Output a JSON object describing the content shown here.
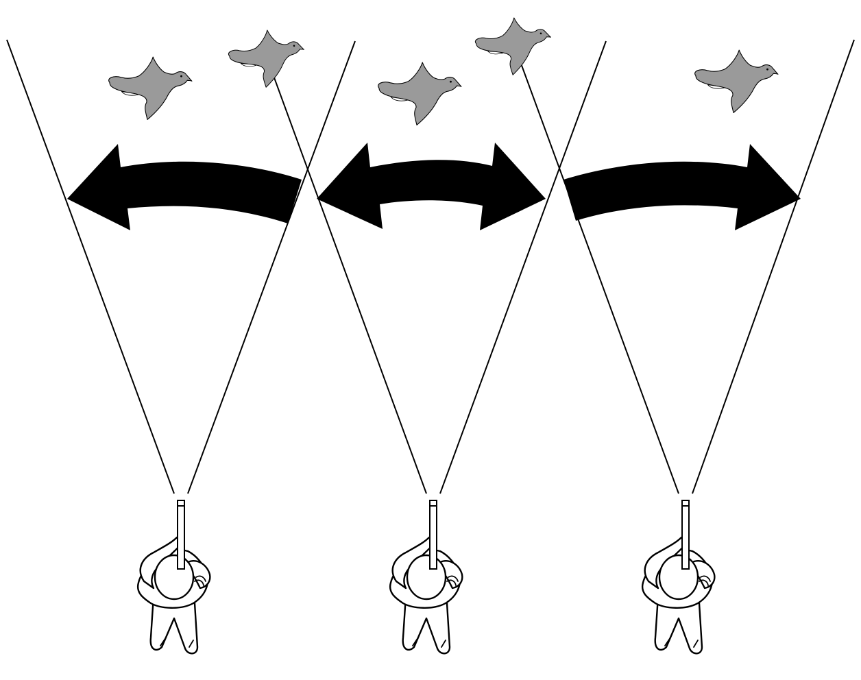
{
  "figure": {
    "hunter_count": 3,
    "duck_count": 5,
    "arrow_directions": [
      "left",
      "both",
      "right"
    ],
    "colors": {
      "background": "#ffffff",
      "duck_fill": "#9a9a9a",
      "outline": "#000000",
      "arrow": "#000000"
    }
  }
}
